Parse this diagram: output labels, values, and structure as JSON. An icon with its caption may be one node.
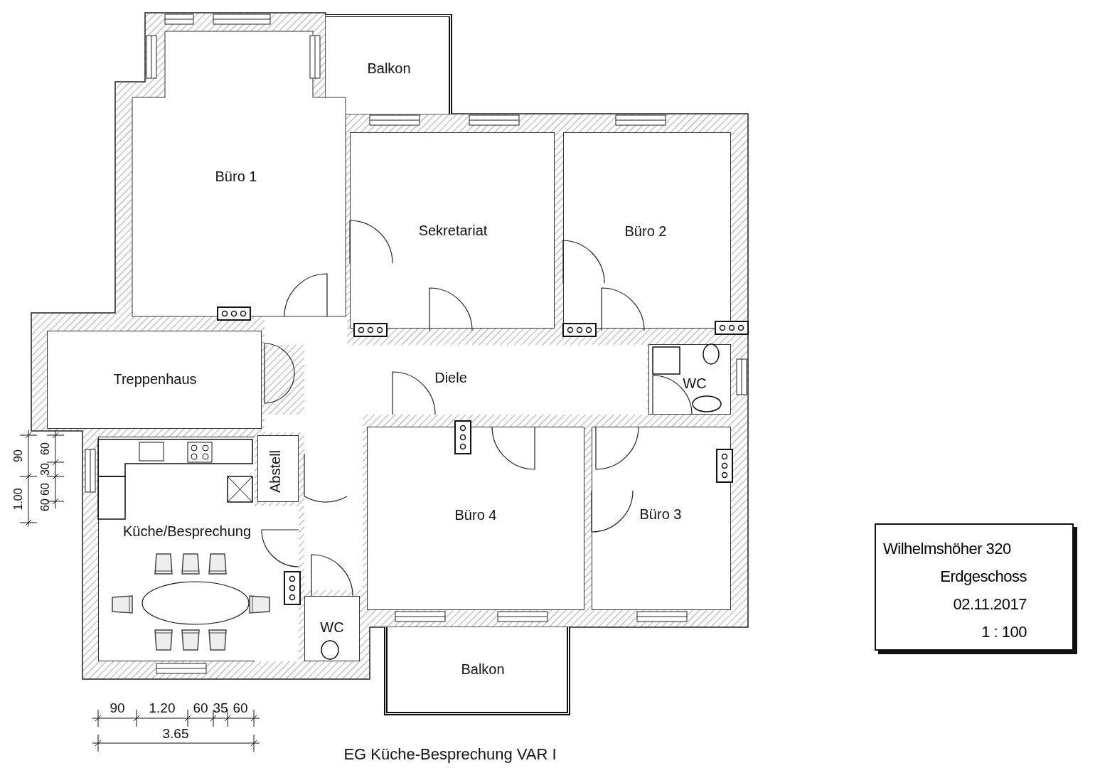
{
  "diagram": {
    "caption": "EG Küche-Besprechung VAR I",
    "nodes": [
      {
        "text": [
          "Balkon"
        ]
      },
      {
        "text": [
          "Büro 1"
        ]
      },
      {
        "text": [
          "Sekretariat"
        ]
      },
      {
        "text": [
          "Büro 2"
        ]
      },
      {
        "text": [
          "Treppenhaus"
        ]
      },
      {
        "text": [
          "Diele"
        ]
      },
      {
        "text": [
          "WC"
        ]
      },
      {
        "text": [
          "Abstell"
        ]
      },
      {
        "text": [
          "Küche/Besprechung"
        ]
      },
      {
        "text": [
          "Büro 4"
        ]
      },
      {
        "text": [
          "Büro 3"
        ]
      },
      {
        "text": [
          "WC"
        ]
      },
      {
        "text": [
          "Balkon"
        ]
      },
      {
        "text": [
          "Wilhelmshöher 320",
          "Erdgeschoss",
          "02.11.2017",
          "1 : 100"
        ]
      }
    ],
    "labels": [
      "90",
      "60",
      "30",
      "60",
      "1.00",
      "60",
      "90",
      "1.20",
      "60",
      "35",
      "60",
      "3.65"
    ]
  }
}
